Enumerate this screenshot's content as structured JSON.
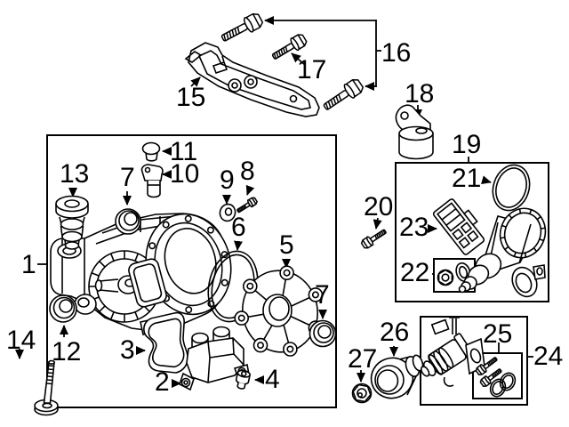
{
  "diagram": {
    "type": "exploded-parts-diagram",
    "background": "#ffffff",
    "ink": "#000000",
    "callouts": {
      "n1": "1",
      "n2": "2",
      "n3": "3",
      "n4": "4",
      "n5": "5",
      "n6": "6",
      "n7": "7",
      "n8": "8",
      "n9": "9",
      "n10": "10",
      "n11": "11",
      "n12": "12",
      "n13": "13",
      "n14": "14",
      "n15": "15",
      "n16": "16",
      "n17": "17",
      "n18": "18",
      "n19": "19",
      "n20": "20",
      "n21": "21",
      "n22": "22",
      "n23": "23",
      "n24": "24",
      "n25": "25",
      "n26": "26",
      "n27": "27"
    }
  }
}
